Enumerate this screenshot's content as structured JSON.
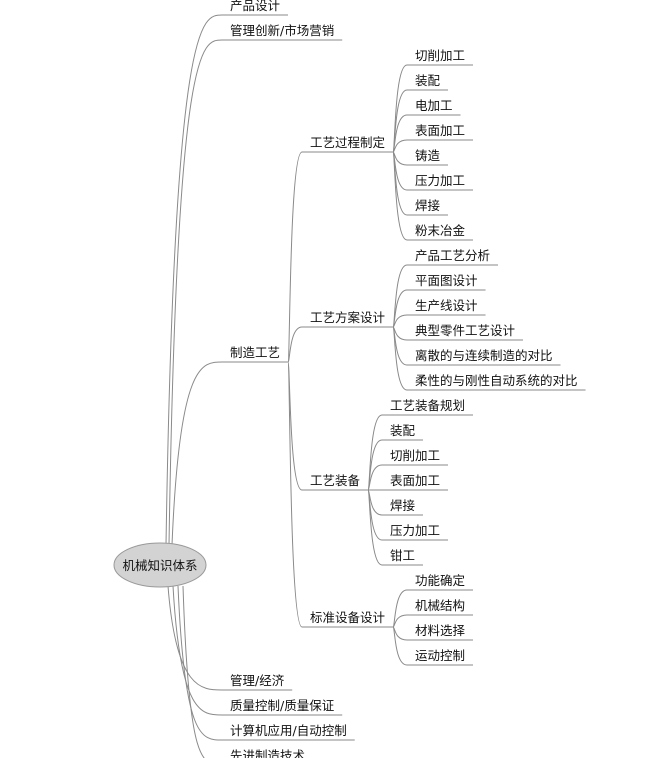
{
  "root": {
    "label": "机械知识体系",
    "fill": "#d3d3d3"
  },
  "branches": [
    {
      "label": "产品设计"
    },
    {
      "label": "管理创新/市场营销"
    },
    {
      "label": "制造工艺",
      "children": [
        {
          "label": "工艺过程制定",
          "children": [
            "切削加工",
            "装配",
            "电加工",
            "表面加工",
            "铸造",
            "压力加工",
            "焊接",
            "粉末冶金"
          ]
        },
        {
          "label": "工艺方案设计",
          "children": [
            "产品工艺分析",
            "平面图设计",
            "生产线设计",
            "典型零件工艺设计",
            "离散的与连续制造的对比",
            "柔性的与刚性自动系统的对比"
          ]
        },
        {
          "label": "工艺装备",
          "children": [
            "工艺装备规划",
            "装配",
            "切削加工",
            "表面加工",
            "焊接",
            "压力加工",
            "钳工"
          ]
        },
        {
          "label": "标准设备设计",
          "children": [
            "功能确定",
            "机械结构",
            "材料选择",
            "运动控制"
          ]
        }
      ]
    },
    {
      "label": "管理/经济"
    },
    {
      "label": "质量控制/质量保证"
    },
    {
      "label": "计算机应用/自动控制"
    },
    {
      "label": "先进制造技术"
    }
  ]
}
